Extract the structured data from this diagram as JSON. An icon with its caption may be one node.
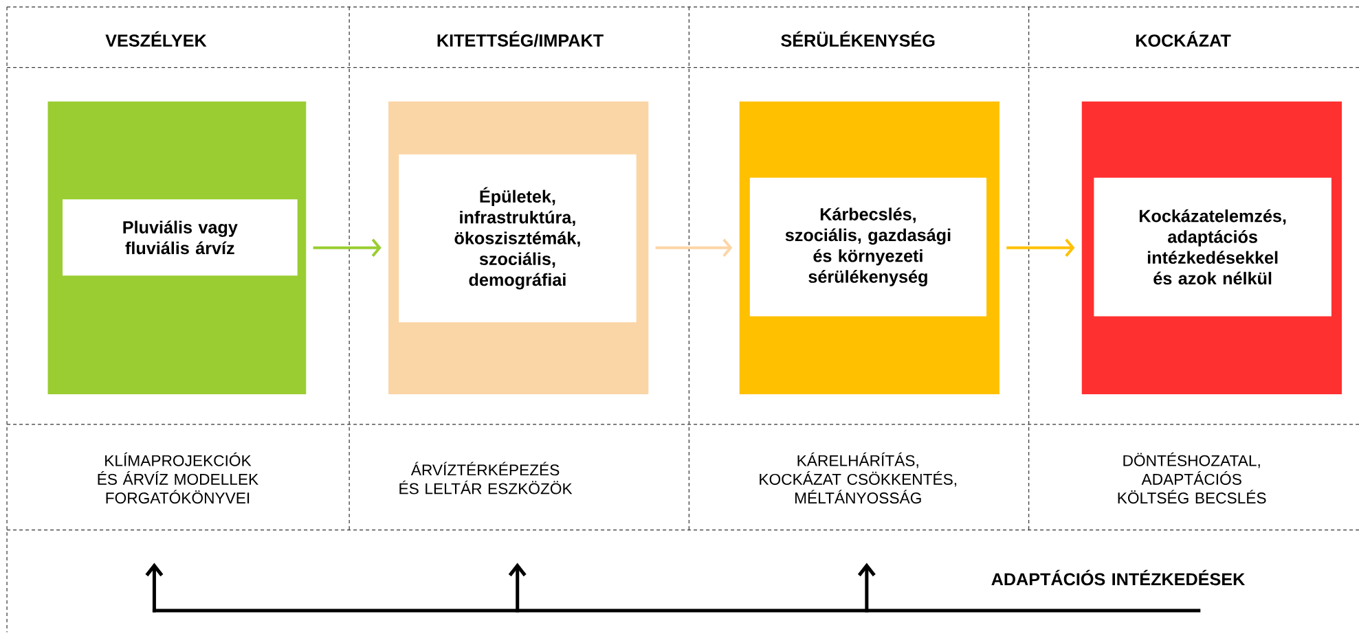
{
  "diagram": {
    "nodes": [
      {
        "text": [],
        "shape": "box"
      },
      {
        "text": [
          "Pluviális vagy fluviális árvíz"
        ],
        "in": 0
      },
      {
        "text": [],
        "shape": "box"
      },
      {
        "text": [
          "Épületek, infrastruktúra, ökoszisztémák, szociális, demográfiai"
        ],
        "in": 2
      },
      {
        "text": [],
        "shape": "box"
      },
      {
        "text": [
          "Kárbecslés, szociális, gazdasági és környezeti sérülékenység"
        ],
        "in": 4
      },
      {
        "text": [],
        "shape": "box"
      },
      {
        "text": [
          "Kockázatelemzés, adaptációs intézkedésekkel és azok nélkül"
        ],
        "in": 6
      }
    ],
    "edges": [
      {
        "from": 0,
        "to": 2,
        "arrow": "to",
        "color": "#9acd32"
      },
      {
        "from": 2,
        "to": 4,
        "arrow": "to",
        "color": "#fcd5a5"
      },
      {
        "from": 4,
        "to": 6,
        "arrow": "to",
        "color": "#ffc000"
      }
    ],
    "labels": [
      "VESZÉLYEK",
      "KITETTSÉG/IMPAKT",
      "SÉRÜLÉKENYSÉG",
      "KOCKÁZAT",
      "KLÍMAPROJEKCIÓK ÉS ÁRVÍZ MODELLEK FORGATÓKÖNYVEI",
      "ÁRVÍZTÉRKÉPEZÉS ÉS LELTÁR ESZKÖZÖK",
      "KÁRELHÁRÍTÁS, KOCKÁZAT CSÖKKENTÉS, MÉLTÁNYOSSÁG",
      "DÖNTÉSHOZATAL, ADAPTÁCIÓS KÖLTSÉG BECSLÉS",
      "ADAPTÁCIÓS INTÉZKEDÉSEK"
    ]
  }
}
